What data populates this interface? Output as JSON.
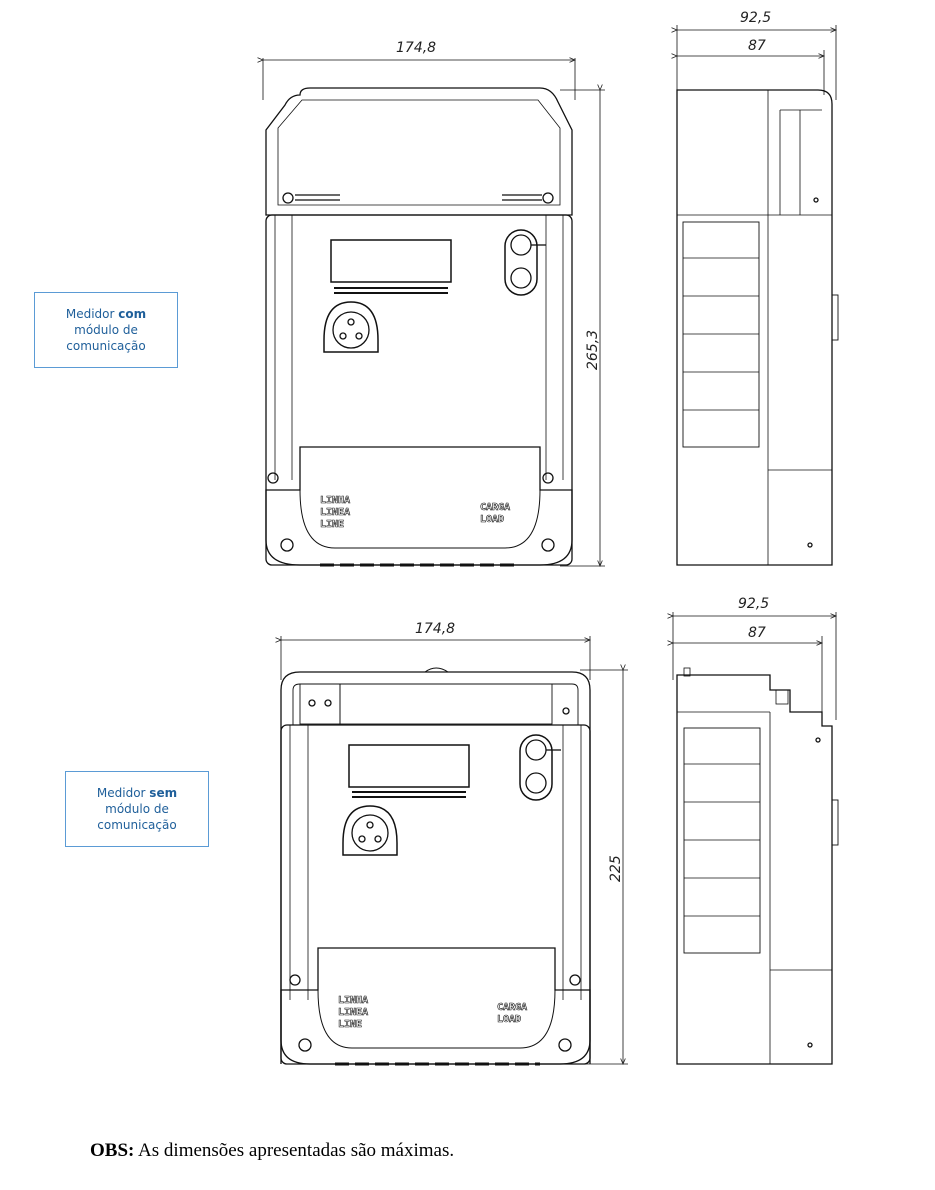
{
  "callouts": [
    {
      "prefix": "Medidor ",
      "bold": "com",
      "line2": "módulo de",
      "line3": "comunicação"
    },
    {
      "prefix": "Medidor ",
      "bold": "sem",
      "line2": "módulo de",
      "line3": "comunicação"
    }
  ],
  "dimensions": {
    "top_front_width": "174,8",
    "top_front_height": "265,3",
    "top_side_total": "92,5",
    "top_side_body": "87",
    "bottom_front_width": "174,8",
    "bottom_front_height": "225",
    "bottom_side_total": "92,5",
    "bottom_side_body": "87"
  },
  "terminal_labels": {
    "line": [
      "LINHA",
      "LINEA",
      "LINE"
    ],
    "load": [
      "CARGA",
      "LOAD"
    ]
  },
  "note": {
    "label": "OBS:",
    "text": " As dimensões apresentadas são máximas."
  }
}
